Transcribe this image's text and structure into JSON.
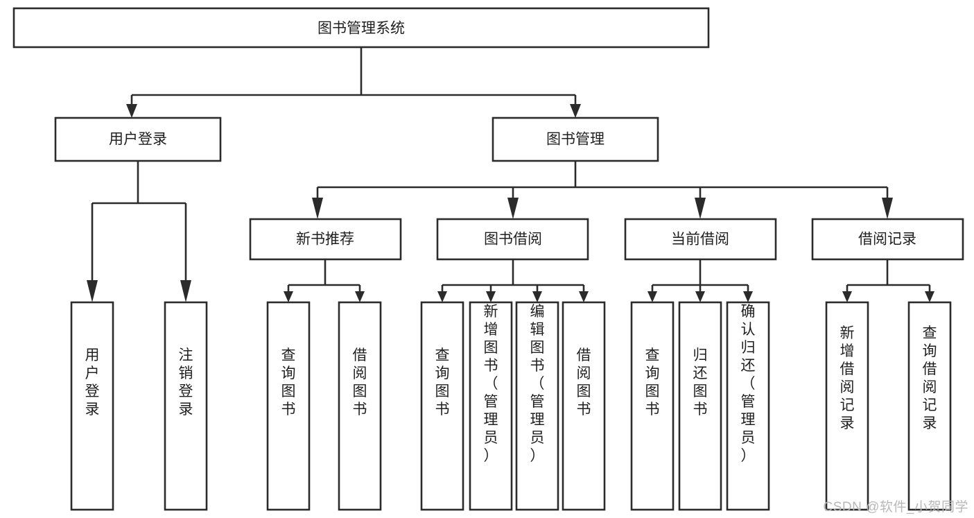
{
  "diagram": {
    "type": "tree-hierarchy",
    "title": "图书管理系统",
    "watermark": "CSDN @软件_小贺同学",
    "colors": {
      "box_stroke": "#2b2b2b",
      "box_fill": "#ffffff",
      "text": "#1f1f1f",
      "background": "#ffffff",
      "watermark": "#b8b8b8"
    },
    "levels": {
      "root": {
        "label": "图书管理系统"
      },
      "level2": [
        {
          "label": "用户登录"
        },
        {
          "label": "图书管理"
        }
      ],
      "level3": [
        {
          "label": "新书推荐"
        },
        {
          "label": "图书借阅"
        },
        {
          "label": "当前借阅"
        },
        {
          "label": "借阅记录"
        }
      ],
      "leaves": {
        "user_login": [
          {
            "label": "用户登录"
          },
          {
            "label": "注销登录"
          }
        ],
        "new_book_recommend": [
          {
            "label": "查询图书"
          },
          {
            "label": "借阅图书"
          }
        ],
        "book_borrow": [
          {
            "label": "查询图书"
          },
          {
            "label": "新增图书（管理员）"
          },
          {
            "label": "编辑图书（管理员）"
          },
          {
            "label": "借阅图书"
          }
        ],
        "current_borrow": [
          {
            "label": "查询图书"
          },
          {
            "label": "归还图书"
          },
          {
            "label": "确认归还（管理员）"
          }
        ],
        "borrow_record": [
          {
            "label": "新增借阅记录"
          },
          {
            "label": "查询借阅记录"
          }
        ]
      }
    }
  }
}
